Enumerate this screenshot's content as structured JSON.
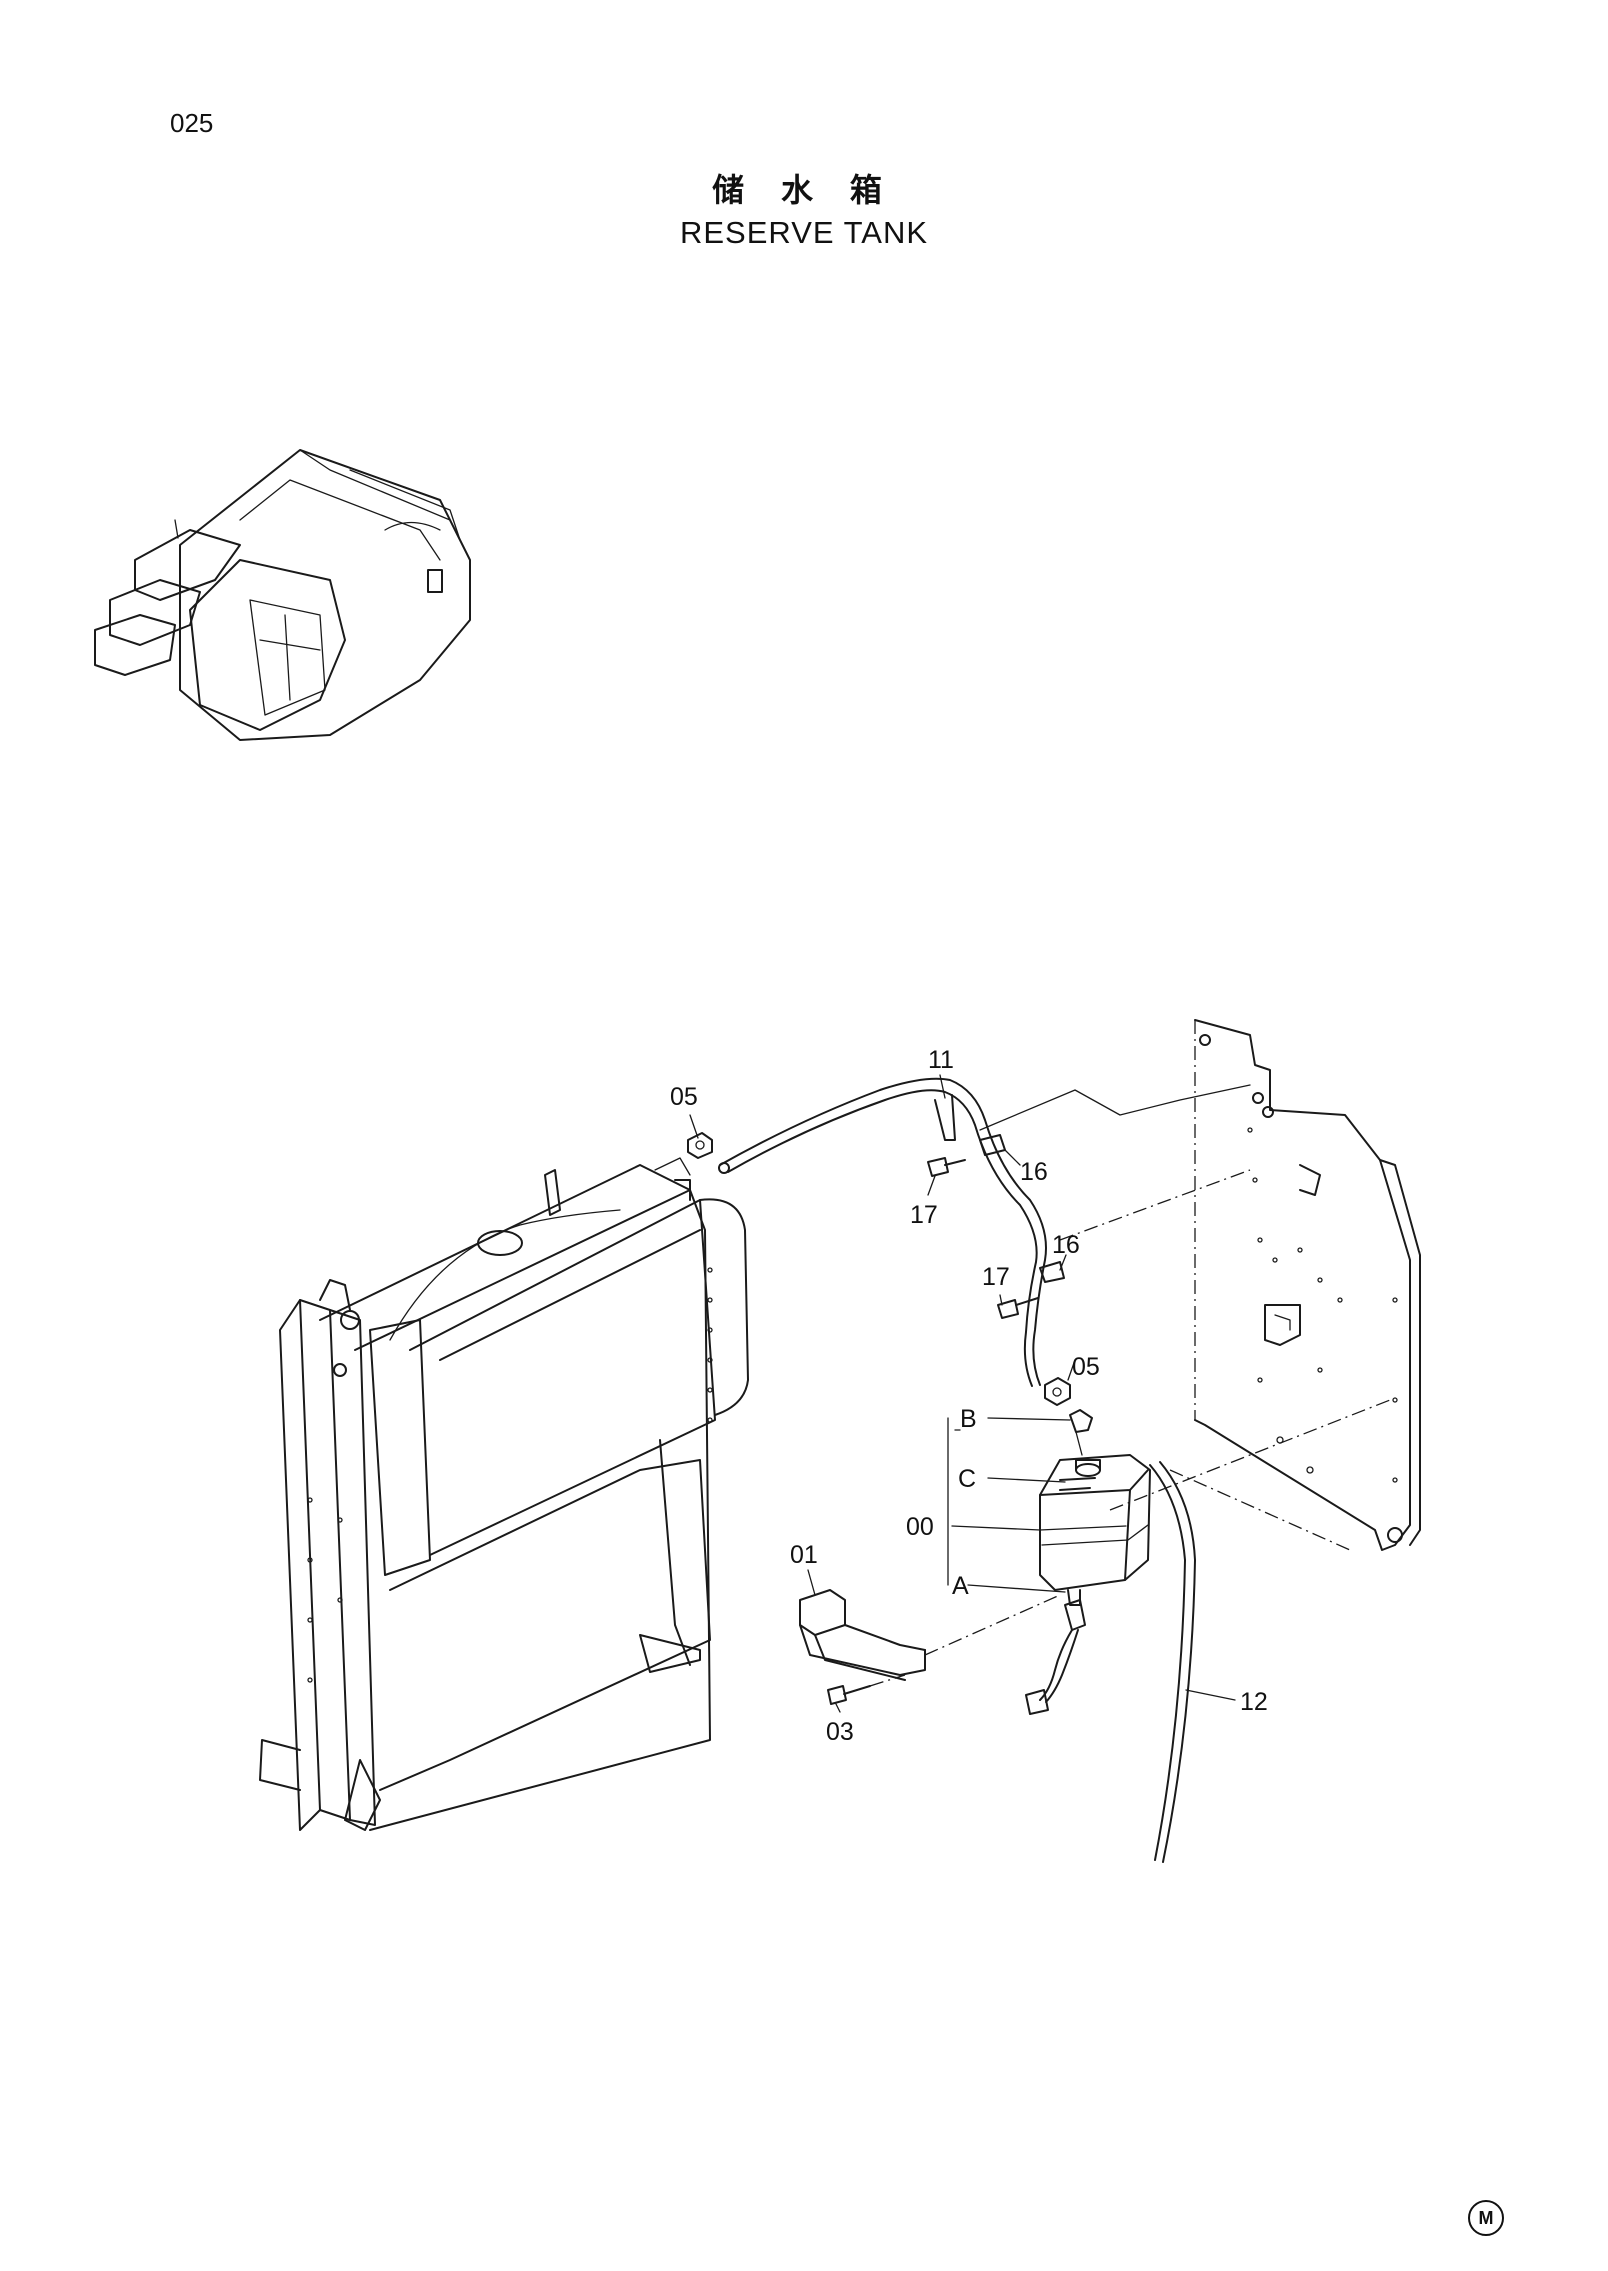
{
  "page": {
    "number": "025",
    "title_zh": "储 水 箱",
    "title_en": "RESERVE TANK",
    "stamp": "M"
  },
  "callouts": {
    "c05a": "05",
    "c11": "11",
    "c16a": "16",
    "c17a": "17",
    "c16b": "16",
    "c17b": "17",
    "c05b": "05",
    "cB": "B",
    "cC": "C",
    "c00": "00",
    "cA": "A",
    "c01": "01",
    "c03": "03",
    "c12": "12"
  }
}
